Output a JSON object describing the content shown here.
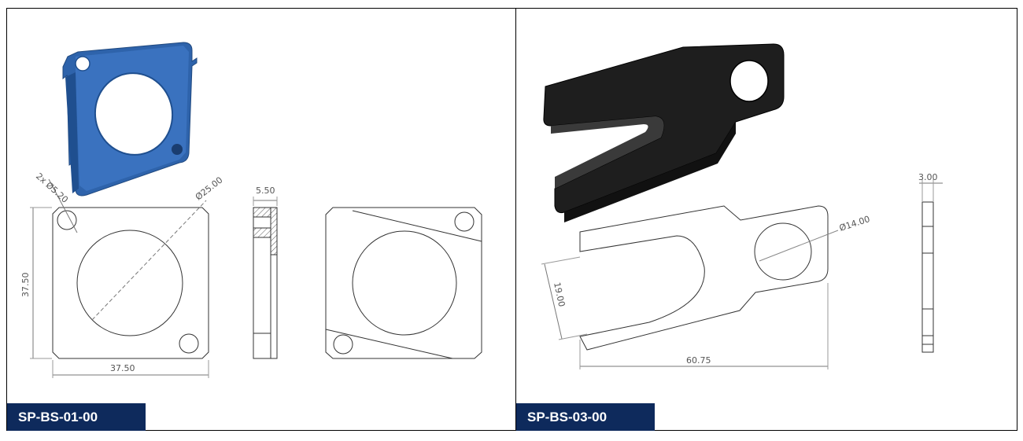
{
  "panels": [
    {
      "code": "SP-BS-01-00",
      "part_color": "#2e63ab",
      "dimensions": {
        "hole_callout": "2x Ø5.20",
        "bore_diameter": "Ø25.00",
        "thickness": "5.50",
        "height": "37.50",
        "width": "37.50"
      }
    },
    {
      "code": "SP-BS-03-00",
      "part_color": "#222222",
      "dimensions": {
        "hole_diameter": "Ø14.00",
        "thickness": "3.00",
        "slot_width": "19.00",
        "length": "60.75"
      }
    }
  ],
  "label_color": "#0e2a5c"
}
